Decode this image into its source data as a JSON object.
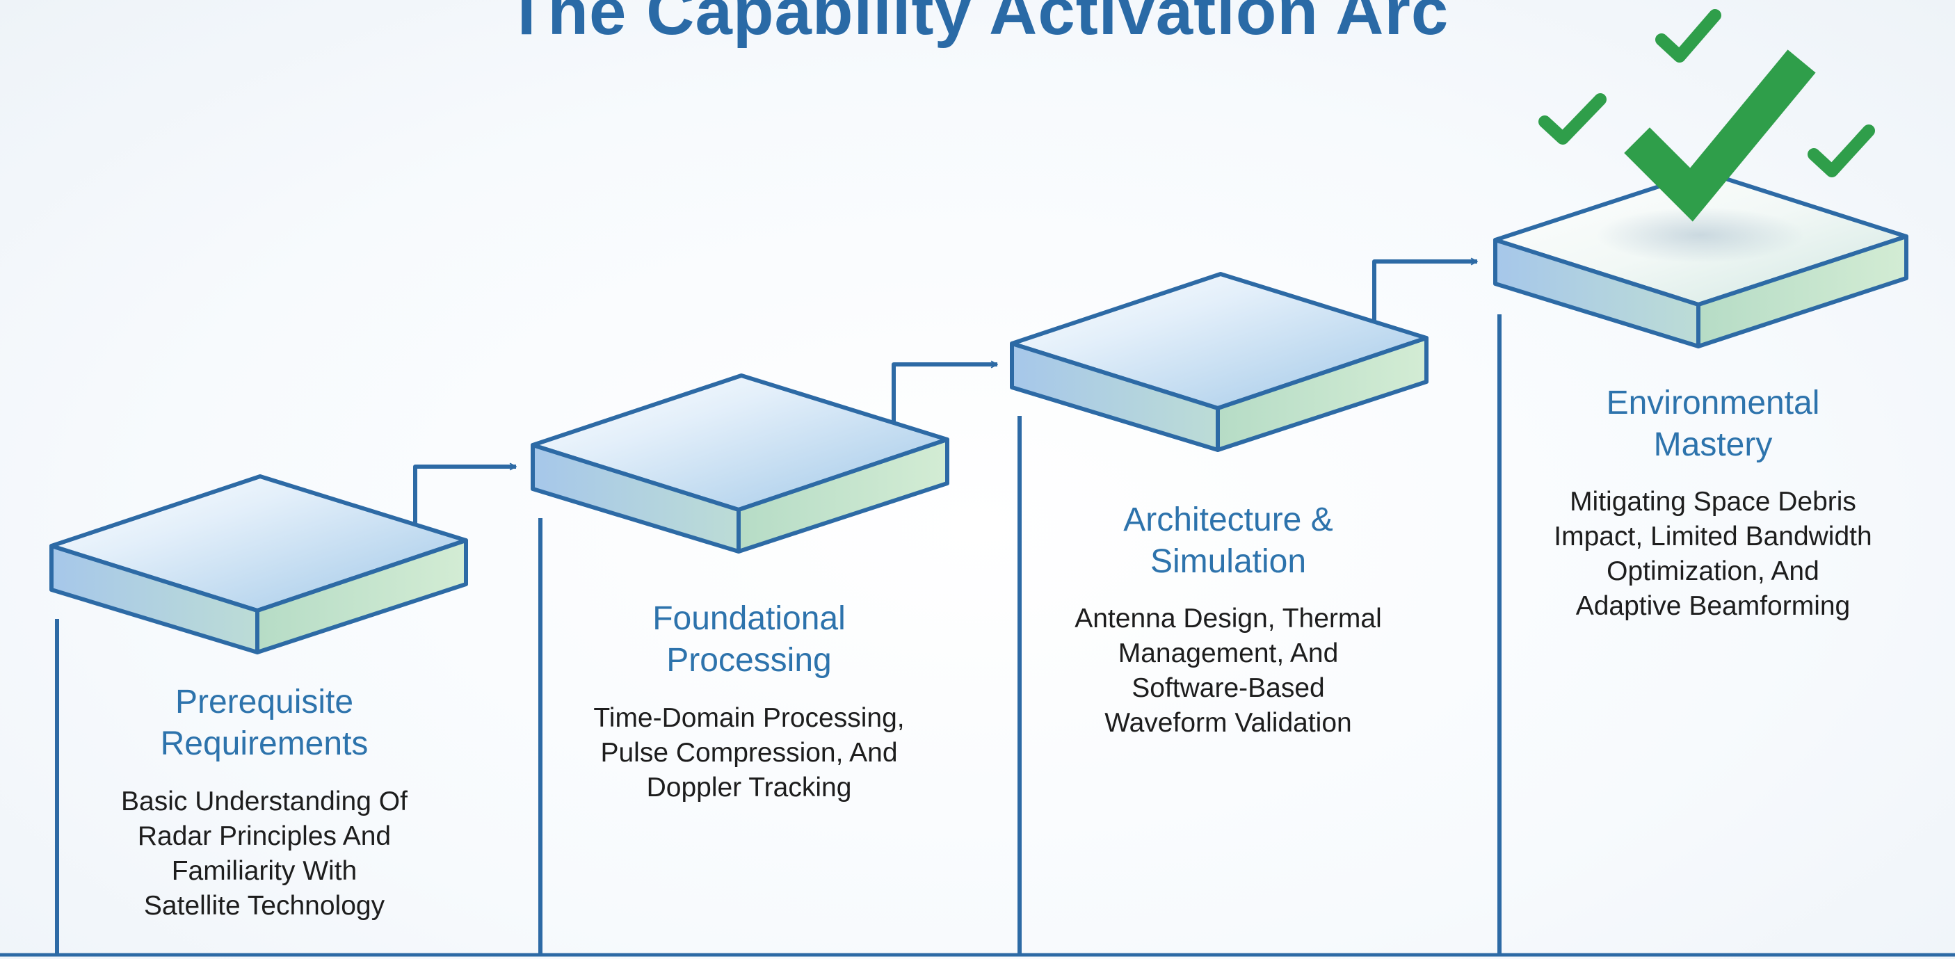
{
  "title": "The Capability Activation Arc",
  "steps": [
    {
      "title_lines": [
        "Prerequisite",
        "Requirements"
      ],
      "desc_lines": [
        "Basic Understanding Of",
        "Radar Principles And",
        "Familiarity With",
        "Satellite Technology"
      ]
    },
    {
      "title_lines": [
        "Foundational",
        "Processing"
      ],
      "desc_lines": [
        "Time-Domain Processing,",
        "Pulse Compression, And",
        "Doppler Tracking"
      ]
    },
    {
      "title_lines": [
        "Architecture &",
        "Simulation"
      ],
      "desc_lines": [
        "Antenna Design, Thermal",
        "Management, And",
        "Software-Based",
        "Waveform Validation"
      ]
    },
    {
      "title_lines": [
        "Environmental",
        "Mastery"
      ],
      "desc_lines": [
        "Mitigating Space Debris",
        "Impact, Limited Bandwidth",
        "Optimization, And",
        "Adaptive Beamforming"
      ]
    }
  ],
  "colors": {
    "title": "#2a6aa6",
    "step_title": "#2d73ac",
    "line": "#2d6aa5",
    "check": "#2f9e4a",
    "platform_blue": "#9fc4e6",
    "platform_green": "#c6e6cc"
  },
  "icons": [
    "arrow-icon",
    "checkmark-icon"
  ]
}
